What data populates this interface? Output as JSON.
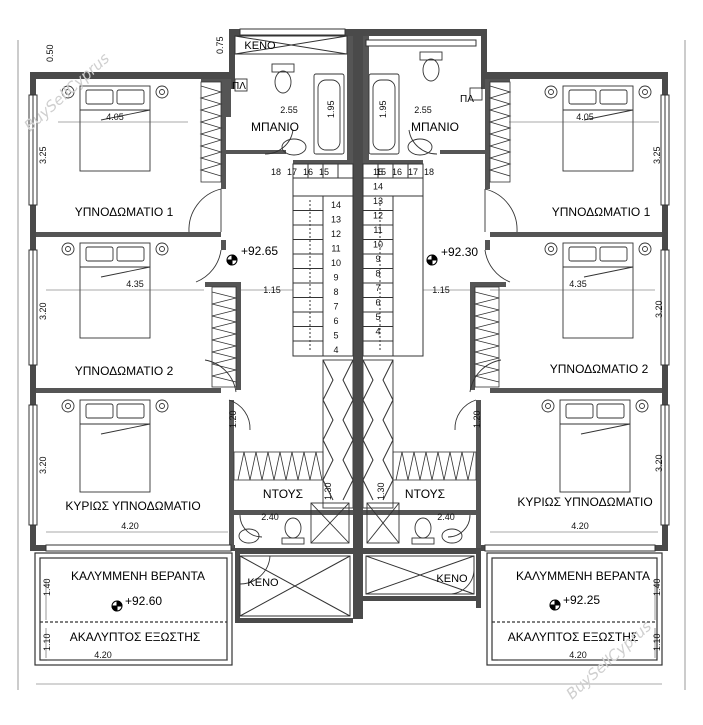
{
  "rooms": {
    "bedroom1": "ΥΠΝΟΔΩΜΑΤΙΟ 1",
    "bedroom2": "ΥΠΝΟΔΩΜΑΤΙΟ 2",
    "master": "ΚΥΡΙΩΣ ΥΠΝΟΔΩΜΑΤΙΟ",
    "bathroom": "ΜΠΑΝΙΟ",
    "shower": "ΝΤΟΥΣ",
    "void": "ΚΕΝΟ",
    "covered_veranda": "ΚΑΛΥΜΜΕΝΗ ΒΕΡΑΝΤΑ",
    "open_balcony": "ΑΚΑΛΥΠΤΟΣ ΕΞΩΣΤΗΣ",
    "pl": "ΠΛ"
  },
  "levels": {
    "left_hall": "+92.65",
    "right_hall": "+92.30",
    "left_veranda": "+92.60",
    "right_veranda": "+92.25"
  },
  "dims": {
    "d050": "0.50",
    "d075": "0.75",
    "d325": "3.25",
    "d320": "3.20",
    "d405": "4.05",
    "d435": "4.35",
    "d420": "4.20",
    "d255": "2.55",
    "d195": "1.95",
    "d115": "1.15",
    "d120": "1.20",
    "d130": "1.30",
    "d240": "2.40",
    "d140": "1.40",
    "d110": "1.10"
  },
  "stairs": {
    "left": [
      "14",
      "13",
      "12",
      "11",
      "10",
      "9",
      "8",
      "7",
      "6",
      "5",
      "4"
    ],
    "right": [
      "15",
      "14",
      "13",
      "12",
      "11",
      "10",
      "9",
      "8",
      "7",
      "6",
      "5",
      "4"
    ],
    "left_top": [
      "18",
      "17",
      "16",
      "15"
    ],
    "right_top": [
      "15",
      "16",
      "17",
      "18"
    ]
  },
  "watermark": "BuySellCyprus"
}
